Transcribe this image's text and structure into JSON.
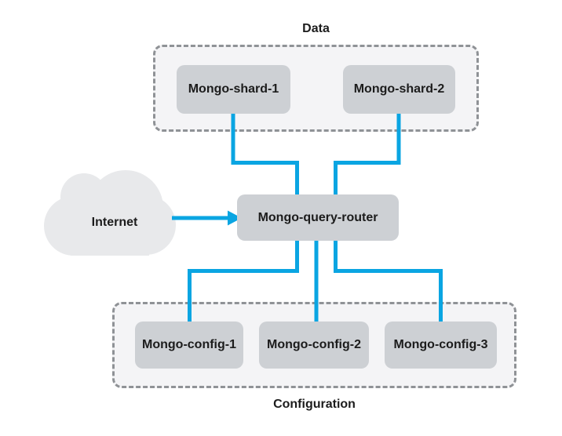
{
  "colors": {
    "line": "#0aa5e2",
    "node_fill": "#cdd0d4",
    "group_fill": "#f4f4f6",
    "group_border": "#8f9296",
    "cloud_fill": "#e8e9eb",
    "text": "#1c1c1c"
  },
  "groups": {
    "data": {
      "label": "Data"
    },
    "configuration": {
      "label": "Configuration"
    }
  },
  "nodes": {
    "shard1": {
      "label": "Mongo-shard-1"
    },
    "shard2": {
      "label": "Mongo-shard-2"
    },
    "router": {
      "label": "Mongo-query-router"
    },
    "config1": {
      "label": "Mongo-config-1"
    },
    "config2": {
      "label": "Mongo-config-2"
    },
    "config3": {
      "label": "Mongo-config-3"
    }
  },
  "cloud": {
    "label": "Internet"
  },
  "edges": [
    {
      "from": "internet",
      "to": "router",
      "arrow": true
    },
    {
      "from": "shard1",
      "to": "router",
      "arrow": false
    },
    {
      "from": "shard2",
      "to": "router",
      "arrow": false
    },
    {
      "from": "router",
      "to": "config1",
      "arrow": false
    },
    {
      "from": "router",
      "to": "config2",
      "arrow": false
    },
    {
      "from": "router",
      "to": "config3",
      "arrow": false
    }
  ]
}
